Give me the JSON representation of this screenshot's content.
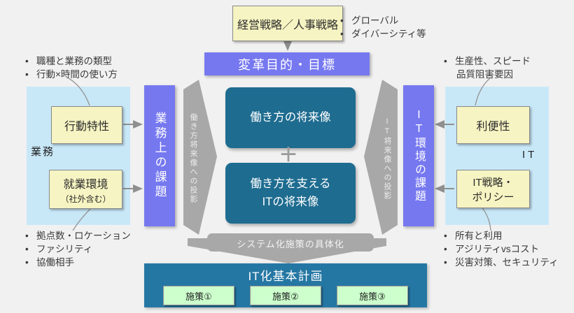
{
  "colors": {
    "background": "#f1f1f1",
    "panel_blue": "#c8e8f8",
    "box_yellow": "#f6f4c2",
    "box_purple": "#7678f0",
    "box_teal": "#1e6c90",
    "plan_teal": "#2577a3",
    "box_green": "#ccffcc",
    "arrow_gray": "#a8a8a8"
  },
  "top_strategy": {
    "label": "経営戦略／人事戦略",
    "bullets": [
      "グローバル",
      "ダイバーシティ等"
    ]
  },
  "goal": {
    "label": "変革目的・目標"
  },
  "center": {
    "work_future": "働き方の将来像",
    "plus": "＋",
    "it_future_l1": "働き方を支える",
    "it_future_l2": "ITの将来像"
  },
  "left_area": {
    "top_bullets": [
      "職種と業務の類型",
      "行動×時間の使い方"
    ],
    "panel_label": "業務",
    "behavior_box": "行動特性",
    "env_box_l1": "就業環境",
    "env_box_l2": "（社外含む）",
    "issue_box": "業務上の課題",
    "projection_arrow": "働き方将来像への投影",
    "bottom_bullets": [
      "拠点数・ロケーション",
      "ファシリティ",
      "協働相手"
    ]
  },
  "right_area": {
    "top_bullet_l1": "生産性、スピード",
    "top_bullet_l2": "品質阻害要因",
    "panel_label": "IT",
    "convenience_box": "利便性",
    "policy_box_l1": "IT戦略・",
    "policy_box_l2": "ポリシー",
    "issue_box": "IT環境の課題",
    "projection_arrow": "IT将来像への投影",
    "bottom_bullets": [
      "所有と利用",
      "アジリティvsコスト",
      "災害対策、セキュリティ"
    ]
  },
  "bottom": {
    "concretize_arrow": "システム化施策の具体化",
    "plan_box": "IT化基本計画",
    "measures": [
      "施策①",
      "施策②",
      "施策③"
    ]
  }
}
